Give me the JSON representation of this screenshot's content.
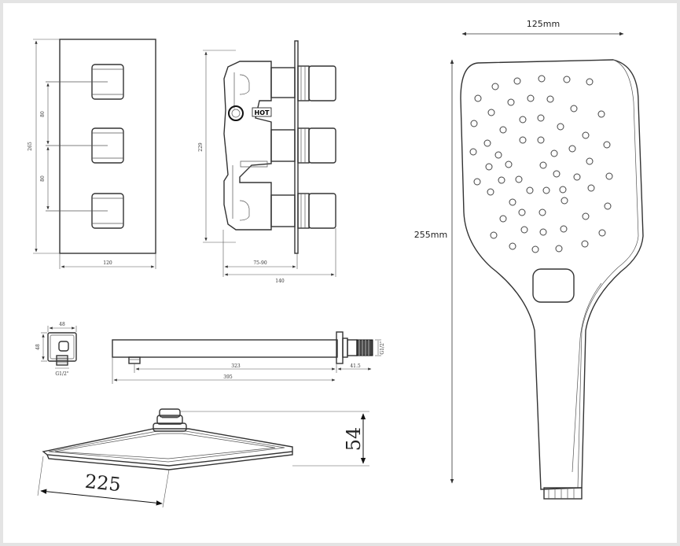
{
  "valve_front": {
    "height_label": "265",
    "spacing_upper": "80",
    "spacing_lower": "80",
    "width_label": "120"
  },
  "valve_side": {
    "height_label": "229",
    "depth_range_label": "75-90",
    "total_depth_label": "140",
    "hot_label": "HOT"
  },
  "outlet": {
    "width_label": "48",
    "height_label": "48",
    "thread_label": "G1/2\""
  },
  "arm": {
    "length_label": "323",
    "total_label": "395",
    "flange_label": "41.5",
    "thread_label": "G1/2\""
  },
  "rain_head": {
    "width_label": "225",
    "height_label": "54"
  },
  "hand_shower": {
    "width_label": "125mm",
    "height_label": "255mm"
  }
}
